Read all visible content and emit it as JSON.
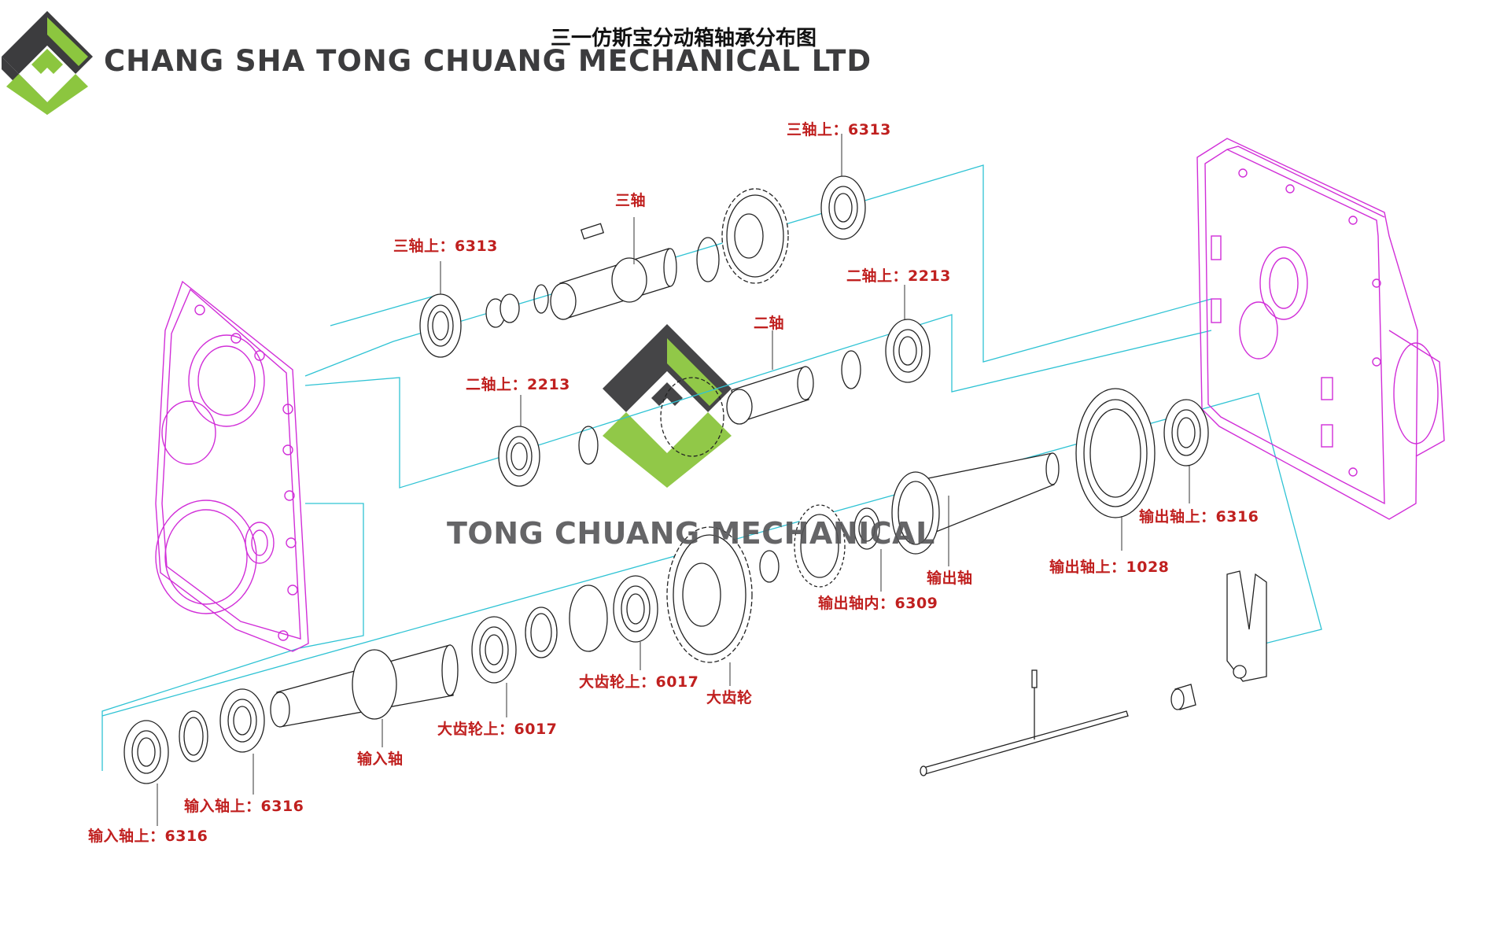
{
  "header": {
    "company_name": "CHANG SHA TONG CHUANG MECHANICAL LTD",
    "diagram_title": "三一仿斯宝分动箱轴承分布图",
    "watermark_text": "TONG CHUANG MECHANICAL"
  },
  "colors": {
    "label_red": "#c0201f",
    "housing_magenta": "#d12ed8",
    "axis_cyan": "#2fc3d4",
    "logo_green": "#8cc63f",
    "logo_dark": "#3c3c3e"
  },
  "labels": {
    "shaft3_bearing_top": "三轴上：6313",
    "shaft3": "三轴",
    "shaft3_bearing_left": "三轴上：6313",
    "shaft2_bearing_right": "二轴上：2213",
    "shaft2": "二轴",
    "shaft2_bearing_left": "二轴上：2213",
    "output_bearing_6316": "输出轴上：6316",
    "output_shaft": "输出轴",
    "output_bearing_1028": "输出轴上：1028",
    "output_inner_6309": "输出轴内：6309",
    "big_gear_bearing_top": "大齿轮上：6017",
    "big_gear": "大齿轮",
    "big_gear_bearing_bottom": "大齿轮上：6017",
    "input_shaft": "输入轴",
    "input_bearing_upper": "输入轴上：6316",
    "input_bearing_lower": "输入轴上：6316"
  }
}
